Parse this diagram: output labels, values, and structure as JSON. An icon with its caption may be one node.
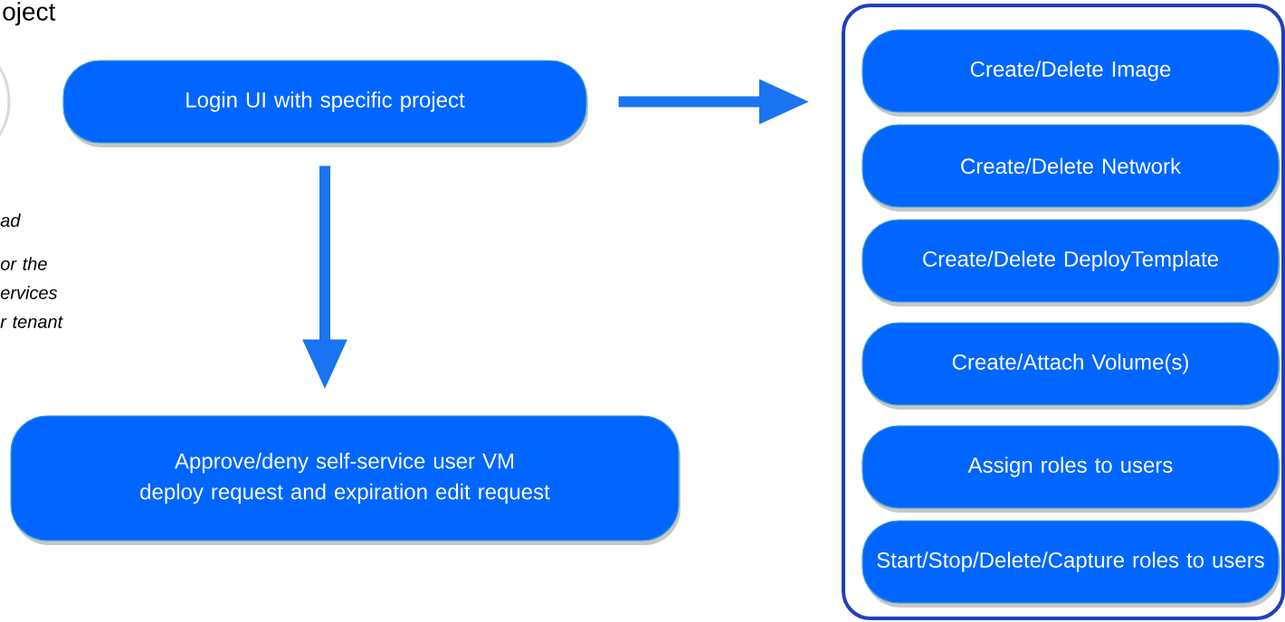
{
  "diagram": {
    "nodes": [
      {
        "text": [
          "Login UI with specific project"
        ]
      },
      {
        "text": [
          "Approve/deny self-service user VM deploy request and expiration edit request"
        ]
      },
      {
        "text": [],
        "shape": "box"
      },
      {
        "text": [
          "Create/Delete Image"
        ],
        "in": 2
      },
      {
        "text": [
          "Create/Delete Network"
        ],
        "in": 2
      },
      {
        "text": [
          "Create/Delete DeployTemplate"
        ],
        "in": 2
      },
      {
        "text": [
          "Create/Attach Volume(s)"
        ],
        "in": 2
      },
      {
        "text": [
          "Assign roles to users"
        ],
        "in": 2
      },
      {
        "text": [
          "Start/Stop/Delete/Capture roles to users"
        ],
        "in": 2
      }
    ],
    "edges": [
      {
        "from": 0,
        "to": 2,
        "arrow": "to"
      },
      {
        "from": 0,
        "to": 1,
        "arrow": "to"
      }
    ],
    "labels": [
      "oject",
      "ad",
      "or the ervices r tenant"
    ]
  }
}
